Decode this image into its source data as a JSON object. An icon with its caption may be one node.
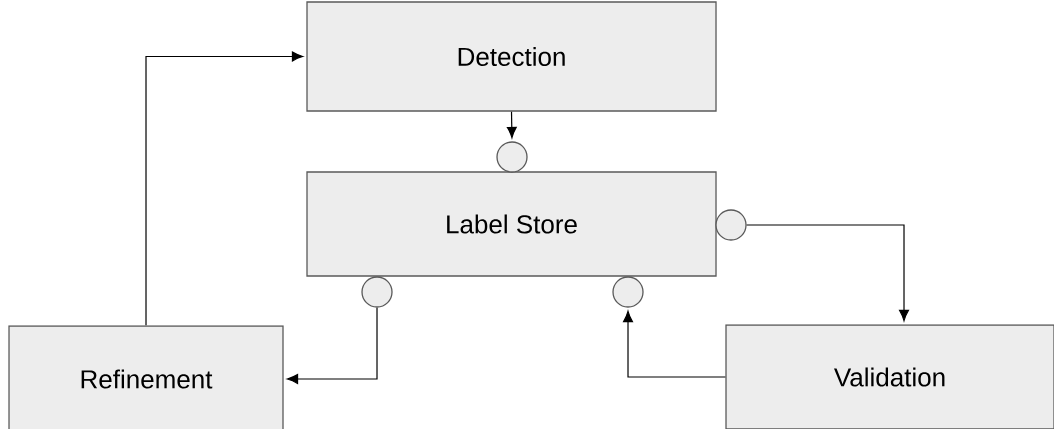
{
  "diagram": {
    "nodes": [
      {
        "text": [
          "Detection"
        ]
      },
      {
        "text": [
          "Label Store"
        ]
      },
      {
        "text": [],
        "shape": "circle"
      },
      {
        "text": [],
        "shape": "circle"
      },
      {
        "text": [],
        "shape": "circle"
      },
      {
        "text": [],
        "shape": "circle"
      },
      {
        "text": [
          "Refinement"
        ]
      },
      {
        "text": [
          "Validation"
        ]
      }
    ],
    "edges": [
      {
        "from": 6,
        "to": 0,
        "arrow": "to"
      },
      {
        "from": 0,
        "to": 2,
        "arrow": "to"
      },
      {
        "from": 3,
        "to": 7,
        "arrow": "to"
      },
      {
        "from": 4,
        "to": 6,
        "arrow": "to"
      },
      {
        "from": 7,
        "to": 5,
        "arrow": "to"
      }
    ]
  }
}
